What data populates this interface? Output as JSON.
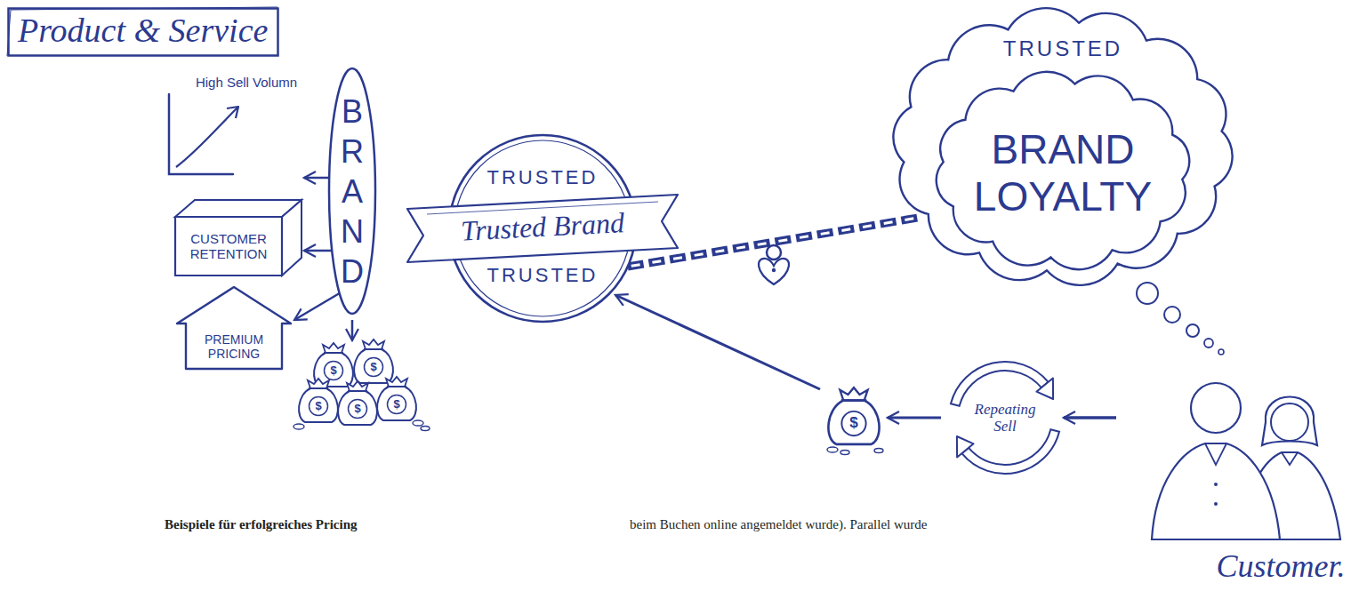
{
  "diagram": {
    "nodes": [
      {
        "text": [
          "Product & Service"
        ]
      },
      {
        "text": [
          "High Sell Volumn"
        ]
      },
      {
        "text": [
          "BRAND"
        ]
      },
      {
        "text": [
          "CUSTOMER RETENTION"
        ]
      },
      {
        "text": [
          "PREMIUM PRICING"
        ]
      },
      {
        "text": [
          "TRUSTED",
          "Trusted Brand",
          "TRUSTED"
        ]
      },
      {
        "text": [
          "TRUSTED"
        ]
      },
      {
        "text": [
          "BRAND LOYALTY"
        ],
        "in": 6
      },
      {
        "text": [
          "Repeating Sell"
        ]
      },
      {
        "text": [
          "Customer."
        ]
      }
    ],
    "edges": [
      {
        "from": 2,
        "to": 1,
        "arrow": "to"
      },
      {
        "from": 2,
        "to": 3,
        "arrow": "to"
      },
      {
        "from": 2,
        "to": 4,
        "arrow": "to"
      },
      {
        "from": 5,
        "to": 6,
        "arrow": "none"
      },
      {
        "from": 9,
        "to": 8,
        "arrow": "to"
      }
    ],
    "labels": [
      "$",
      "$",
      "$",
      "$",
      "$",
      "$",
      "Beispiele für erfolgreiches Pricing",
      "beim Buchen online angemeldet wurde). Parallel wurde"
    ]
  }
}
